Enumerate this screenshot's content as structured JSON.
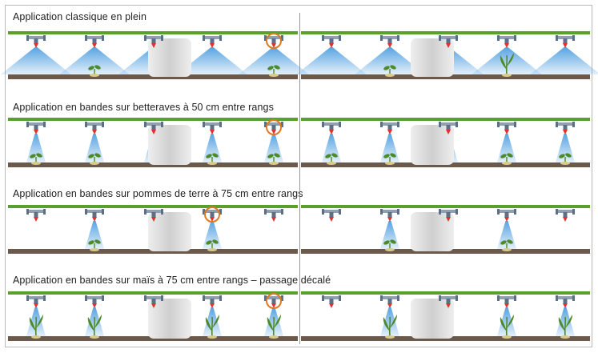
{
  "sections": [
    {
      "title": "Application classique en plein",
      "mode": "broadcast",
      "left": {
        "nozzles": [
          1,
          1,
          1,
          1,
          1
        ],
        "plants": [
          0,
          1,
          0,
          0,
          1
        ],
        "highlight": 4
      },
      "right": {
        "nozzles": [
          1,
          1,
          1,
          1,
          1
        ],
        "plants": [
          0,
          1,
          0,
          2,
          0
        ],
        "highlight": -1
      }
    },
    {
      "title": "Application en bandes sur betteraves à 50 cm entre rangs",
      "mode": "band",
      "left": {
        "nozzles": [
          1,
          1,
          1,
          1,
          1
        ],
        "plants": [
          1,
          1,
          0,
          1,
          1
        ],
        "highlight": 4
      },
      "right": {
        "nozzles": [
          1,
          1,
          1,
          1,
          1
        ],
        "plants": [
          1,
          1,
          0,
          1,
          1
        ],
        "highlight": -1
      }
    },
    {
      "title": "Application en bandes sur pommes de terre à 75 cm entre rangs",
      "mode": "band",
      "left": {
        "nozzles": [
          0,
          1,
          0,
          1,
          0
        ],
        "plants": [
          0,
          1,
          0,
          1,
          0
        ],
        "highlight": 3
      },
      "right": {
        "nozzles": [
          0,
          1,
          0,
          1,
          0
        ],
        "plants": [
          0,
          1,
          0,
          1,
          0
        ],
        "highlight": -1
      }
    },
    {
      "title": "Application en bandes sur maïs à 75 cm entre rangs – passage décalé",
      "mode": "band",
      "left": {
        "nozzles": [
          1,
          1,
          0,
          1,
          1
        ],
        "plants": [
          2,
          2,
          0,
          2,
          2
        ],
        "highlight": 4
      },
      "right": {
        "nozzles": [
          0,
          1,
          0,
          1,
          1
        ],
        "plants": [
          0,
          2,
          0,
          2,
          2
        ],
        "highlight": -1
      }
    }
  ],
  "colors": {
    "boom": "#5aa02c",
    "spray": "#4f9fe0",
    "soil": "#6b5a4c",
    "wheel": "#d9d9d9",
    "highlight": "#e07820",
    "nozzle_body": "#5b6f86",
    "nozzle_tip": "#e0332b",
    "plant": "#4e8a2a"
  },
  "icons": [
    "nozzle-icon",
    "spray-cone-icon",
    "plant-icon",
    "tractor-wheel-icon",
    "highlight-circle-icon"
  ]
}
